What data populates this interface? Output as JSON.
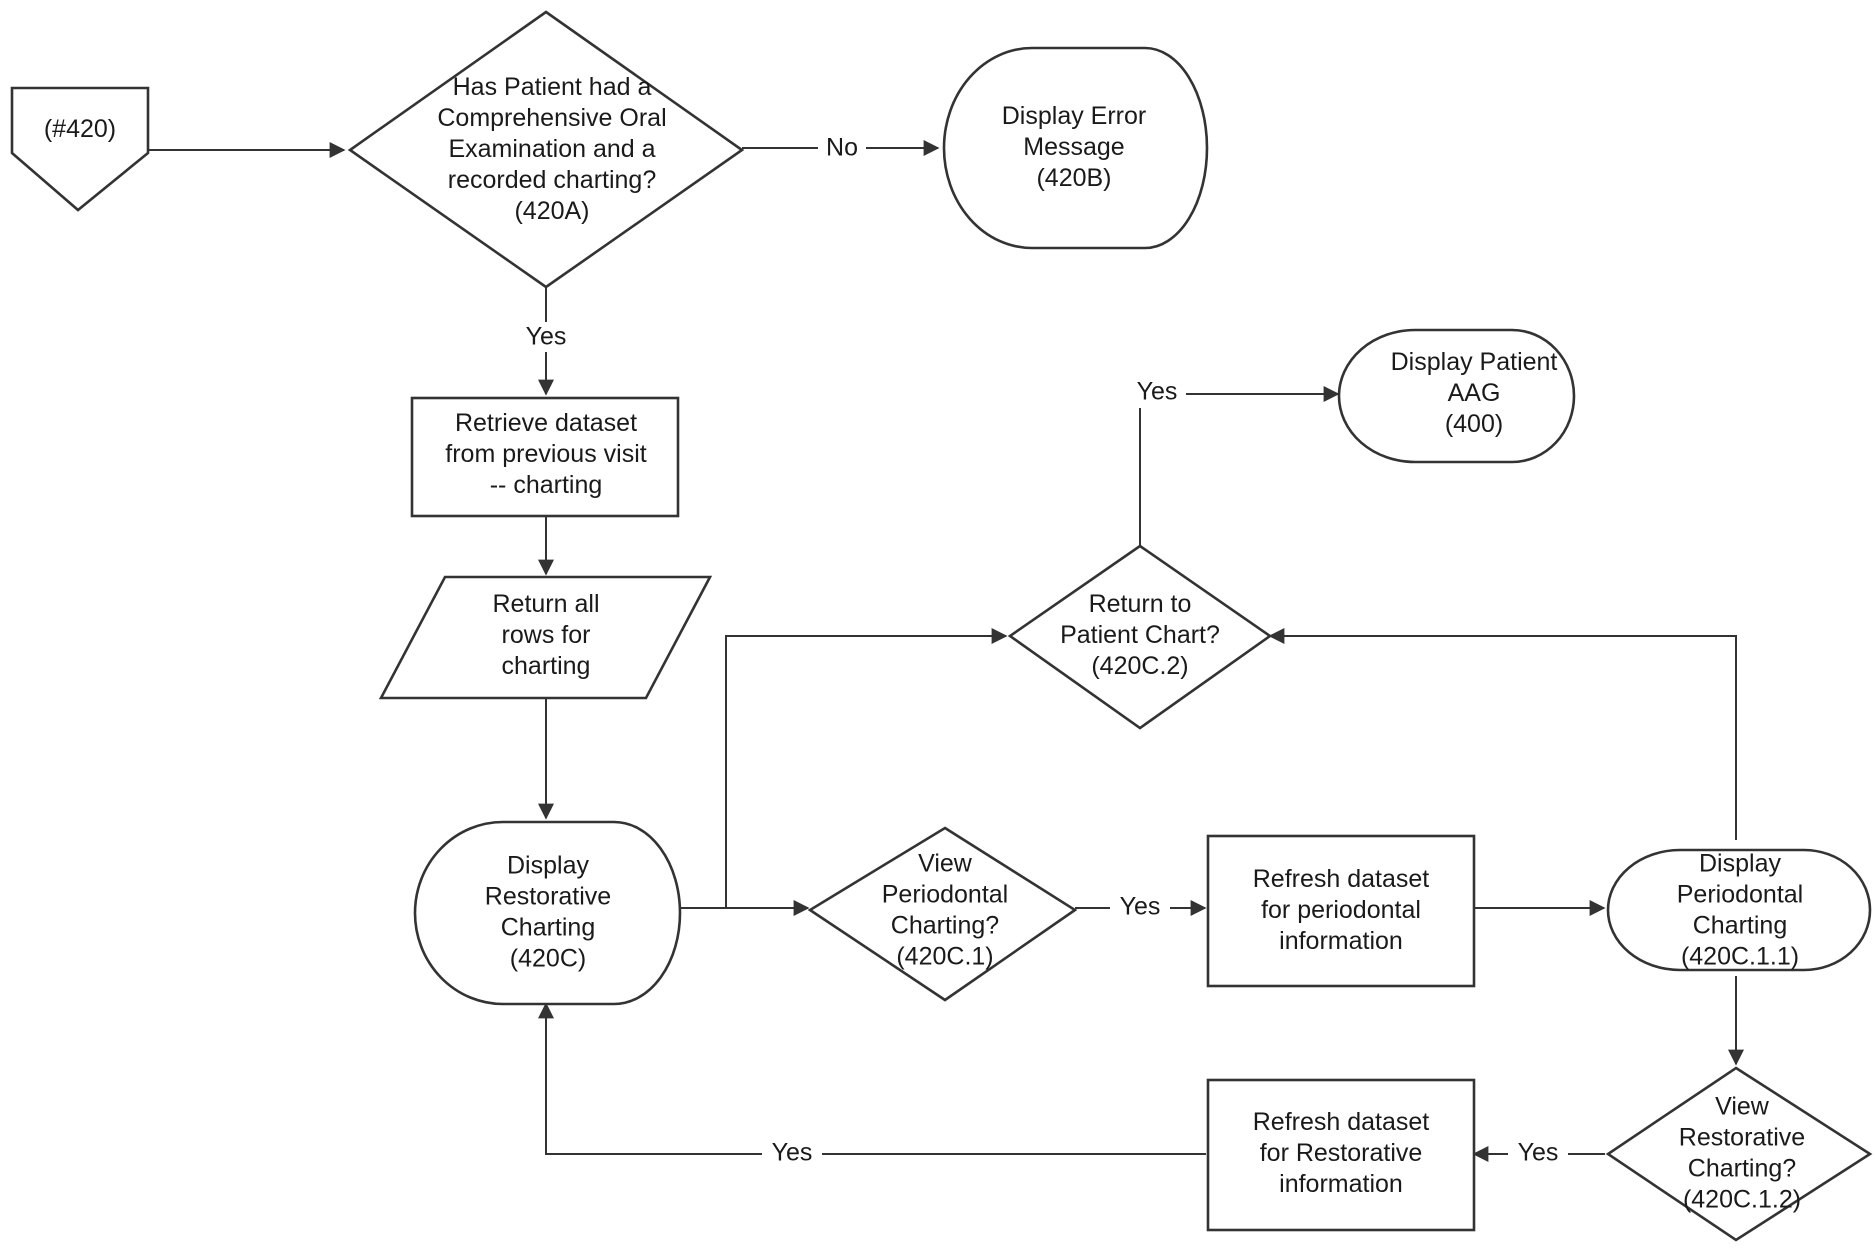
{
  "nodes": {
    "start": {
      "lines": [
        "(#420)"
      ]
    },
    "d420a": {
      "lines": [
        "Has Patient had a",
        "Comprehensive Oral",
        "Examination and a",
        "recorded charting?",
        "(420A)"
      ]
    },
    "e420b": {
      "lines": [
        "Display Error",
        "Message",
        "(420B)"
      ]
    },
    "retrieve": {
      "lines": [
        "Retrieve dataset",
        "from previous visit",
        "-- charting"
      ]
    },
    "returnrows": {
      "lines": [
        "Return all",
        "rows for",
        "charting"
      ]
    },
    "d420c": {
      "lines": [
        "Display",
        "Restorative",
        "Charting",
        "(420C)"
      ]
    },
    "v4201": {
      "lines": [
        "View",
        "Periodontal",
        "Charting?",
        "(420C.1)"
      ]
    },
    "refreshperio": {
      "lines": [
        "Refresh dataset",
        "for periodontal",
        "information"
      ]
    },
    "d42011": {
      "lines": [
        "Display",
        "Periodontal",
        "Charting",
        "(420C.1.1)"
      ]
    },
    "v42012": {
      "lines": [
        "View",
        "Restorative",
        "Charting?",
        "(420C.1.2)"
      ]
    },
    "refreshrest": {
      "lines": [
        "Refresh dataset",
        "for Restorative",
        "information"
      ]
    },
    "r4202": {
      "lines": [
        "Return to",
        "Patient Chart?",
        "(420C.2)"
      ]
    },
    "d400": {
      "lines": [
        "Display Patient",
        "AAG",
        "(400)"
      ]
    }
  },
  "edges": {
    "no": "No",
    "yes_a": "Yes",
    "yes_top": "Yes",
    "yes_mid": "Yes",
    "yes_low": "Yes",
    "yes_bottom": "Yes"
  }
}
